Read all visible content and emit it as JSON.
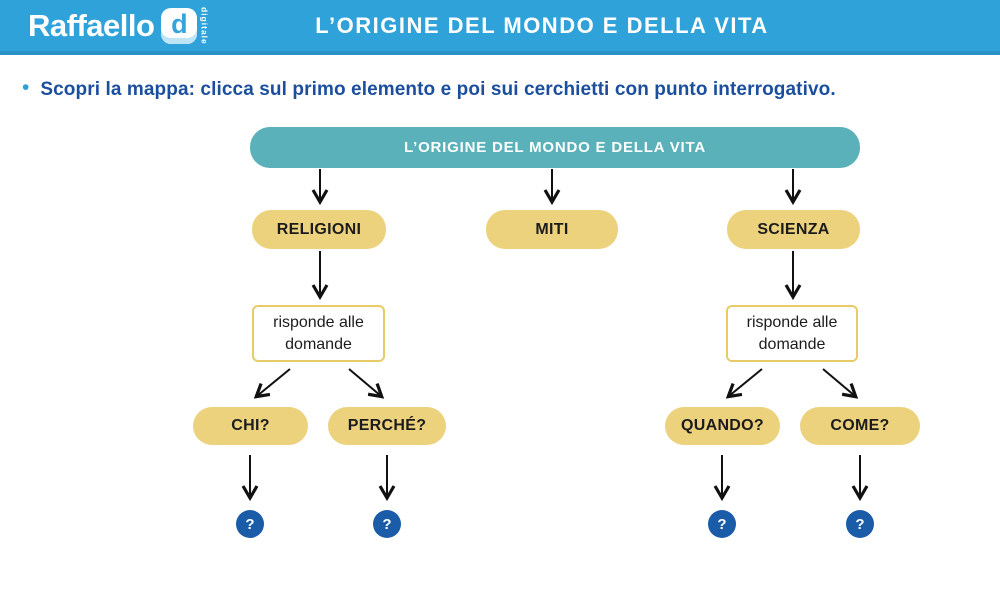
{
  "header": {
    "logo": {
      "brand": "Raffaello",
      "badge_letter": "d",
      "badge_sub": "digitale"
    },
    "title": "L’ORIGINE DEL MONDO E DELLA VITA"
  },
  "instruction": {
    "bullet": "•",
    "text": "Scopri la mappa: clicca sul primo elemento e poi sui cerchietti con punto interrogativo."
  },
  "map": {
    "root": "L’ORIGINE DEL MONDO E DELLA VITA",
    "branches": [
      "RELIGIONI",
      "MITI",
      "SCIENZA"
    ],
    "religioni_sub": "risponde alle domande",
    "scienza_sub": "risponde alle domande",
    "questions": [
      "CHI?",
      "PERCHÉ?",
      "QUANDO?",
      "COME?"
    ],
    "placeholder": "?"
  },
  "colors": {
    "header_blue": "#2fa2d9",
    "header_blue_dark": "#2b92c6",
    "navy_text": "#1b4f9e",
    "teal_node": "#5bb1ba",
    "yellow_node": "#ecd27d",
    "yellow_border": "#e7cb66",
    "circle_blue": "#1a5ca8"
  }
}
